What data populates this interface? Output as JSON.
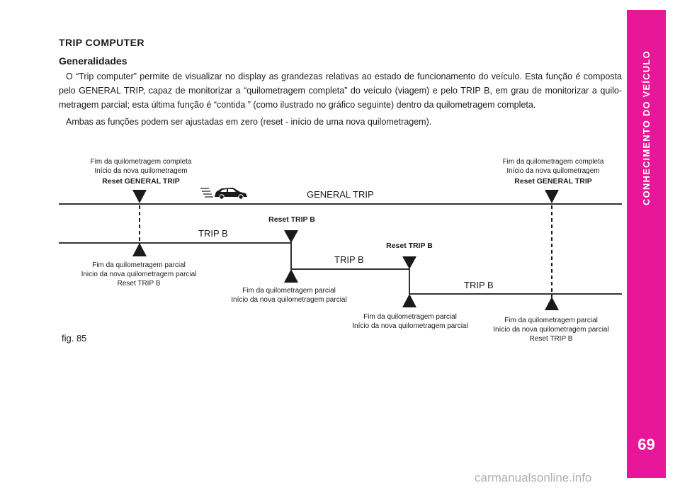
{
  "sidebar": {
    "title": "CONHECIMENTO DO VEÍCULO",
    "page_number": "69",
    "color": "#e8179a"
  },
  "heading": "TRIP COMPUTER",
  "subheading": "Generalidades",
  "paragraphs": [
    "O “Trip computer” permite de visualizar no display as grandezas relativas ao estado de funcionamento do veículo. Esta função é composta pelo GENERAL TRIP, capaz de monitorizar a “quilometragem completa” do veículo (viagem) e pelo TRIP B, em grau de monitorizar a quilo-metragem parcial; esta última função é “contida ” (como ilustrado no gráfico seguinte) dentro da quilometragem completa.",
    "Ambas as funções podem ser ajustadas em zero (reset - início de uma nova quilometragem)."
  ],
  "diagram": {
    "general_trip": "GENERAL TRIP",
    "trip_b": "TRIP B",
    "reset_trip_b": "Reset TRIP B",
    "left_top": {
      "line1": "Fim da quilometragem completa",
      "line2": "Início da nova quilometragem",
      "line3": "Reset GENERAL TRIP"
    },
    "right_top": {
      "line1": "Fim da quilometragem completa",
      "line2": "Início da nova quilometragem",
      "line3": "Reset GENERAL TRIP"
    },
    "bottom1": {
      "line1": "Fim da quilometragem parcial",
      "line2": "Inicio da nova quilometragem parcial",
      "line3": "Reset TRIP B"
    },
    "bottom2": {
      "line1": "Fim da quilometragem parcial",
      "line2": "Início da nova quilometragem parcial"
    },
    "bottom3": {
      "line1": "Fim da quilometragem parcial",
      "line2": "Início da nova quilometragem parcial"
    },
    "bottom4": {
      "line1": "Fim da quilometragem parcial",
      "line2": "Início da nova quilometragem parcial",
      "line3": "Reset TRIP B"
    },
    "car_icon": "car-icon"
  },
  "figure_caption": "fig. 85",
  "watermark": "carmanualsonline.info"
}
